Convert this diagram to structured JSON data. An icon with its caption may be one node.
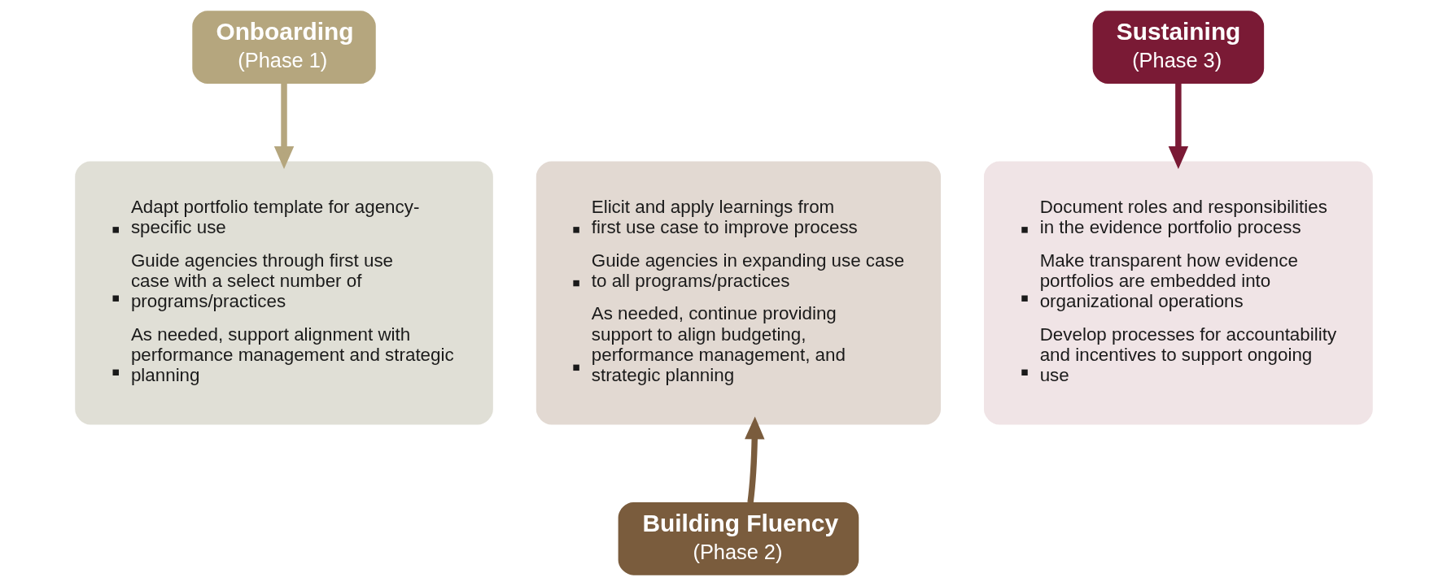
{
  "diagram": {
    "nodes": [
      {
        "text": [
          "Onboarding",
          "(Phase 1)"
        ]
      },
      {
        "text": [
          "Adapt portfolio template for agency-specific use",
          "Guide agencies through first use case with a select number of programs/practices",
          "As needed, support alignment with performance management and strategic planning"
        ]
      },
      {
        "text": [
          "Elicit and apply learnings from first use case to improve process",
          "Guide agencies in expanding use case to all programs/practices",
          "As needed, continue providing support to align budgeting, performance management, and strategic planning"
        ]
      },
      {
        "text": [
          "Building Fluency",
          "(Phase 2)"
        ]
      },
      {
        "text": [
          "Sustaining",
          "(Phase 3)"
        ]
      },
      {
        "text": [
          "Document roles and responsibilities in the evidence portfolio process",
          "Make transparent how evidence portfolios are embedded into organizational operations",
          "Develop processes for accountability and incentives to support ongoing use"
        ]
      }
    ],
    "edges": [
      {
        "from": 0,
        "to": 1,
        "arrow": "to",
        "color": "#b5a67e"
      },
      {
        "from": 3,
        "to": 2,
        "arrow": "to",
        "color": "#7a5c3d"
      },
      {
        "from": 4,
        "to": 5,
        "arrow": "to",
        "color": "#7a1a35"
      }
    ]
  }
}
